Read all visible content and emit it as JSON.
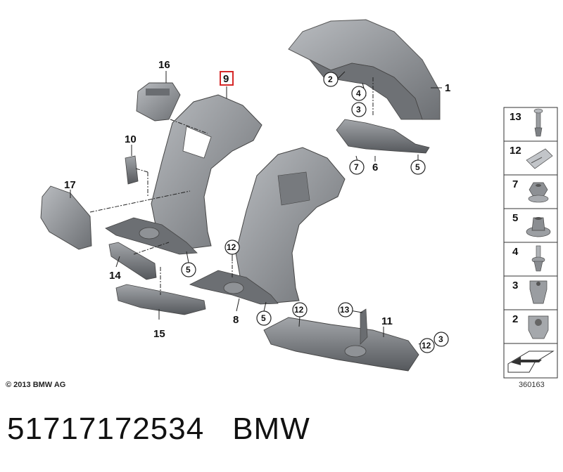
{
  "callouts": {
    "c1": "1",
    "c2": "2",
    "c3a": "3",
    "c3b": "3",
    "c4": "4",
    "c5a": "5",
    "c5b": "5",
    "c5c": "5",
    "c6": "6",
    "c7": "7",
    "c8": "8",
    "c9": "9",
    "c10": "10",
    "c11": "11",
    "c12a": "12",
    "c12b": "12",
    "c12c": "12",
    "c13": "13",
    "c14": "14",
    "c15": "15",
    "c16": "16",
    "c17": "17"
  },
  "legend": [
    "13",
    "12",
    "7",
    "5",
    "4",
    "3",
    "2"
  ],
  "copyright": "© 2013 BMW AG",
  "diagram_id": "360163",
  "footer": {
    "part_number": "51717172534",
    "brand": "BMW"
  },
  "colors": {
    "part_fill": "#8a8d91",
    "part_dark": "#5e6165",
    "highlight": "#d62828",
    "legend_border": "#333333"
  }
}
